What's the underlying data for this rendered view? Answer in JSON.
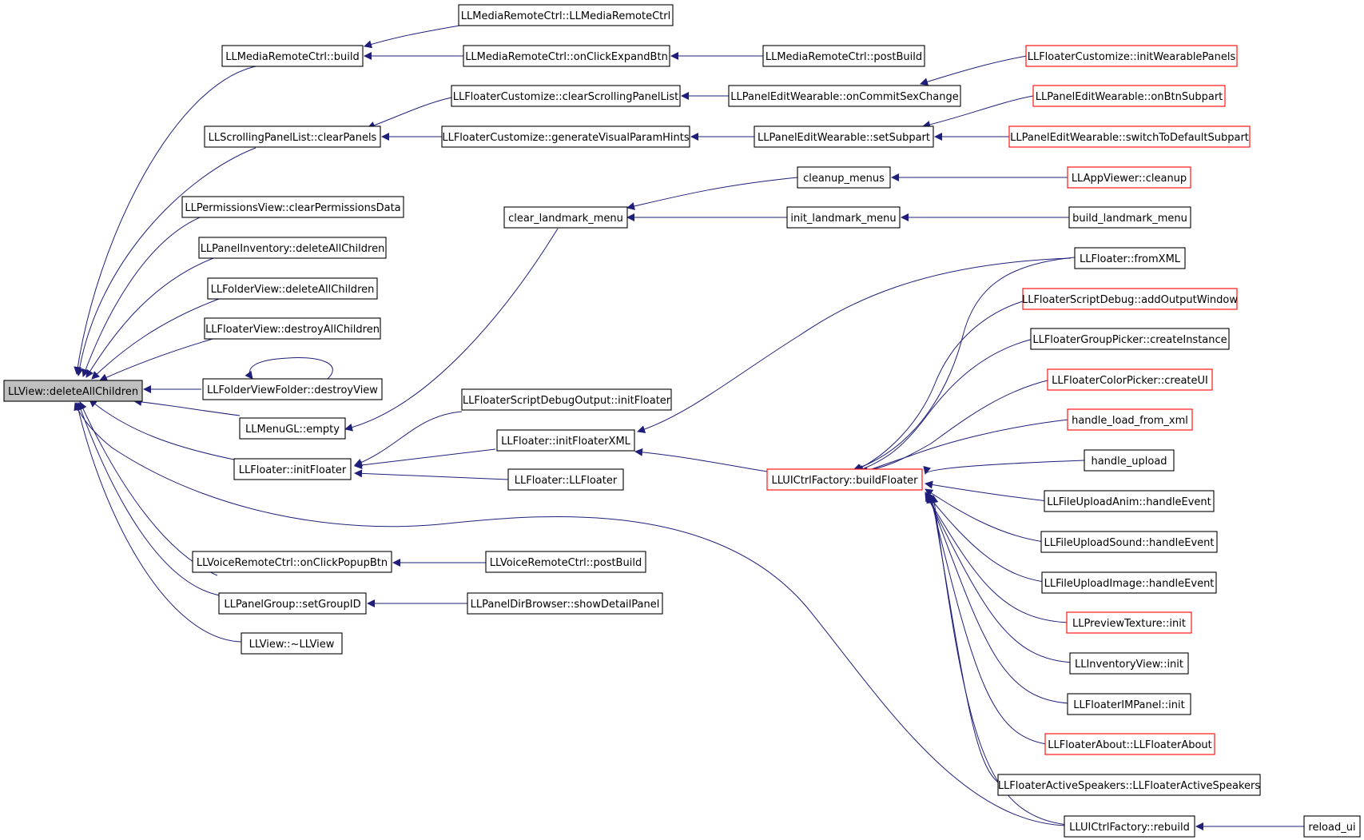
{
  "colors": {
    "edge": "#1f1f7a",
    "border": "#000000",
    "border_incomplete": "#ff0000",
    "root_fill": "#bfbfbf",
    "fill": "#ffffff"
  },
  "nodes": [
    {
      "id": "root",
      "label": "LLView::deleteAllChildren",
      "style": "root"
    },
    {
      "id": "mrc_build",
      "label": "LLMediaRemoteCtrl::build",
      "style": "normal"
    },
    {
      "id": "mrc_ctor",
      "label": "LLMediaRemoteCtrl::LLMediaRemoteCtrl",
      "style": "normal"
    },
    {
      "id": "mrc_expand",
      "label": "LLMediaRemoteCtrl::onClickExpandBtn",
      "style": "normal"
    },
    {
      "id": "mrc_postbuild",
      "label": "LLMediaRemoteCtrl::postBuild",
      "style": "normal"
    },
    {
      "id": "fc_initwear",
      "label": "LLFloaterCustomize::initWearablePanels",
      "style": "incomplete"
    },
    {
      "id": "fc_clearscroll",
      "label": "LLFloaterCustomize::clearScrollingPanelList",
      "style": "normal"
    },
    {
      "id": "pew_sex",
      "label": "LLPanelEditWearable::onCommitSexChange",
      "style": "normal"
    },
    {
      "id": "pew_btnsub",
      "label": "LLPanelEditWearable::onBtnSubpart",
      "style": "incomplete"
    },
    {
      "id": "spl_clear",
      "label": "LLScrollingPanelList::clearPanels",
      "style": "normal"
    },
    {
      "id": "fc_genhints",
      "label": "LLFloaterCustomize::generateVisualParamHints",
      "style": "normal"
    },
    {
      "id": "pew_setsub",
      "label": "LLPanelEditWearable::setSubpart",
      "style": "normal"
    },
    {
      "id": "pew_switch",
      "label": "LLPanelEditWearable::switchToDefaultSubpart",
      "style": "incomplete"
    },
    {
      "id": "cleanup_menus",
      "label": "cleanup_menus",
      "style": "normal"
    },
    {
      "id": "app_cleanup",
      "label": "LLAppViewer::cleanup",
      "style": "incomplete"
    },
    {
      "id": "perm_clear",
      "label": "LLPermissionsView::clearPermissionsData",
      "style": "normal"
    },
    {
      "id": "clear_lm",
      "label": "clear_landmark_menu",
      "style": "normal"
    },
    {
      "id": "init_lm",
      "label": "init_landmark_menu",
      "style": "normal"
    },
    {
      "id": "build_lm",
      "label": "build_landmark_menu",
      "style": "normal"
    },
    {
      "id": "pinv_del",
      "label": "LLPanelInventory::deleteAllChildren",
      "style": "normal"
    },
    {
      "id": "f_fromxml",
      "label": "LLFloater::fromXML",
      "style": "normal"
    },
    {
      "id": "fv_del",
      "label": "LLFolderView::deleteAllChildren",
      "style": "normal"
    },
    {
      "id": "fsd_addout",
      "label": "LLFloaterScriptDebug::addOutputWindow",
      "style": "incomplete"
    },
    {
      "id": "flv_destroy",
      "label": "LLFloaterView::destroyAllChildren",
      "style": "normal"
    },
    {
      "id": "fgp_create",
      "label": "LLFloaterGroupPicker::createInstance",
      "style": "normal"
    },
    {
      "id": "fcp_createui",
      "label": "LLFloaterColorPicker::createUI",
      "style": "incomplete"
    },
    {
      "id": "fvf_destroy",
      "label": "LLFolderViewFolder::destroyView",
      "style": "normal"
    },
    {
      "id": "fsdo_init",
      "label": "LLFloaterScriptDebugOutput::initFloater",
      "style": "normal"
    },
    {
      "id": "hlfx",
      "label": "handle_load_from_xml",
      "style": "incomplete"
    },
    {
      "id": "mgl_empty",
      "label": "LLMenuGL::empty",
      "style": "normal"
    },
    {
      "id": "f_initxml",
      "label": "LLFloater::initFloaterXML",
      "style": "normal"
    },
    {
      "id": "h_upload",
      "label": "handle_upload",
      "style": "normal"
    },
    {
      "id": "f_init",
      "label": "LLFloater::initFloater",
      "style": "normal"
    },
    {
      "id": "f_ctor",
      "label": "LLFloater::LLFloater",
      "style": "normal"
    },
    {
      "id": "uicf_build",
      "label": "LLUICtrlFactory::buildFloater",
      "style": "incomplete"
    },
    {
      "id": "fua_handle",
      "label": "LLFileUploadAnim::handleEvent",
      "style": "normal"
    },
    {
      "id": "fus_handle",
      "label": "LLFileUploadSound::handleEvent",
      "style": "normal"
    },
    {
      "id": "vrc_popup",
      "label": "LLVoiceRemoteCtrl::onClickPopupBtn",
      "style": "normal"
    },
    {
      "id": "vrc_postbuild",
      "label": "LLVoiceRemoteCtrl::postBuild",
      "style": "normal"
    },
    {
      "id": "fui_handle",
      "label": "LLFileUploadImage::handleEvent",
      "style": "normal"
    },
    {
      "id": "pg_setgroup",
      "label": "LLPanelGroup::setGroupID",
      "style": "normal"
    },
    {
      "id": "pdb_show",
      "label": "LLPanelDirBrowser::showDetailPanel",
      "style": "normal"
    },
    {
      "id": "pt_init",
      "label": "LLPreviewTexture::init",
      "style": "incomplete"
    },
    {
      "id": "view_dtor",
      "label": "LLView::~LLView",
      "style": "normal"
    },
    {
      "id": "iv_init",
      "label": "LLInventoryView::init",
      "style": "normal"
    },
    {
      "id": "fim_init",
      "label": "LLFloaterIMPanel::init",
      "style": "normal"
    },
    {
      "id": "fa_ctor",
      "label": "LLFloaterAbout::LLFloaterAbout",
      "style": "incomplete"
    },
    {
      "id": "fas_ctor",
      "label": "LLFloaterActiveSpeakers::LLFloaterActiveSpeakers",
      "style": "normal"
    },
    {
      "id": "uicf_rebuild",
      "label": "LLUICtrlFactory::rebuild",
      "style": "normal"
    },
    {
      "id": "reload_ui",
      "label": "reload_ui",
      "style": "normal"
    }
  ]
}
